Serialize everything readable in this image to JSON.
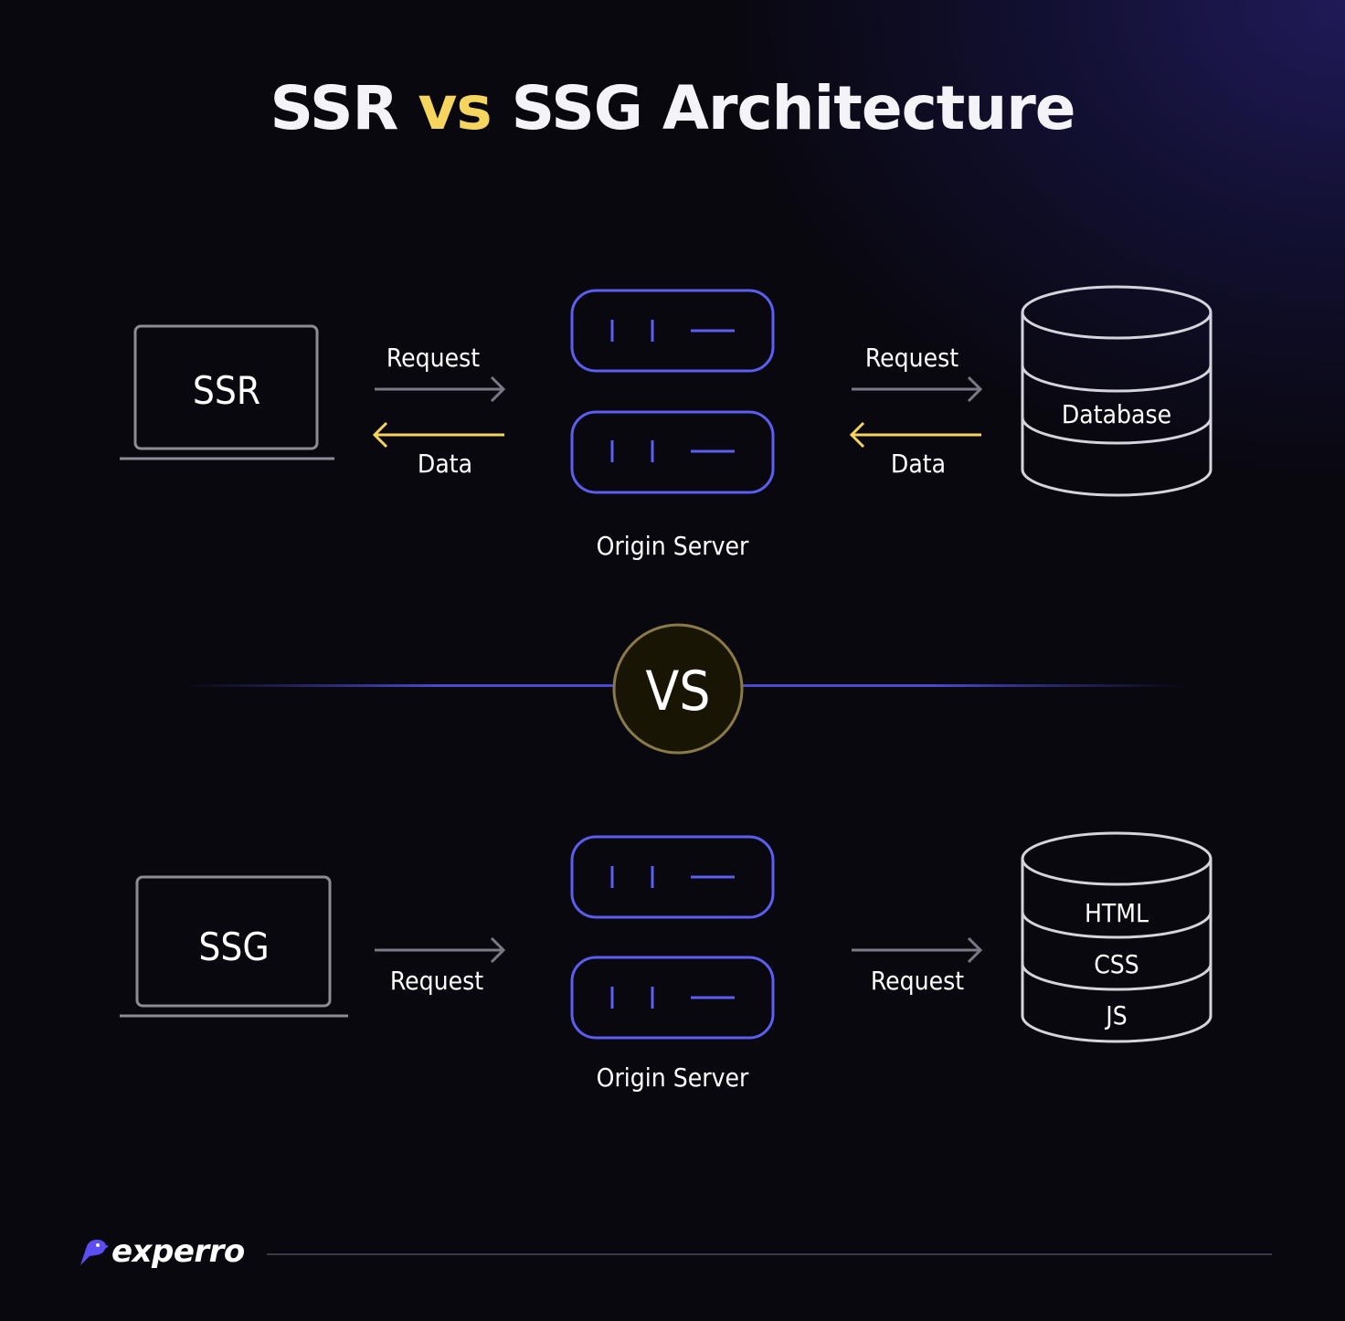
{
  "title": {
    "part1": "SSR",
    "vs": "vs",
    "part2": "SSG Architecture"
  },
  "colors": {
    "accent_yellow": "#f5d55d",
    "server_blue": "#5b5ef0",
    "arrow_gray": "#7a7a86",
    "vs_border": "#8a7a48"
  },
  "ssr": {
    "client_label": "SSR",
    "left_request": "Request",
    "left_data": "Data",
    "server_caption": "Origin Server",
    "right_request": "Request",
    "right_data": "Data",
    "store_label": "Database"
  },
  "vs_badge": "VS",
  "ssg": {
    "client_label": "SSG",
    "left_request": "Request",
    "server_caption": "Origin Server",
    "right_request": "Request",
    "store_labels": [
      "HTML",
      "CSS",
      "JS"
    ]
  },
  "footer": {
    "logo_text": "experro"
  }
}
